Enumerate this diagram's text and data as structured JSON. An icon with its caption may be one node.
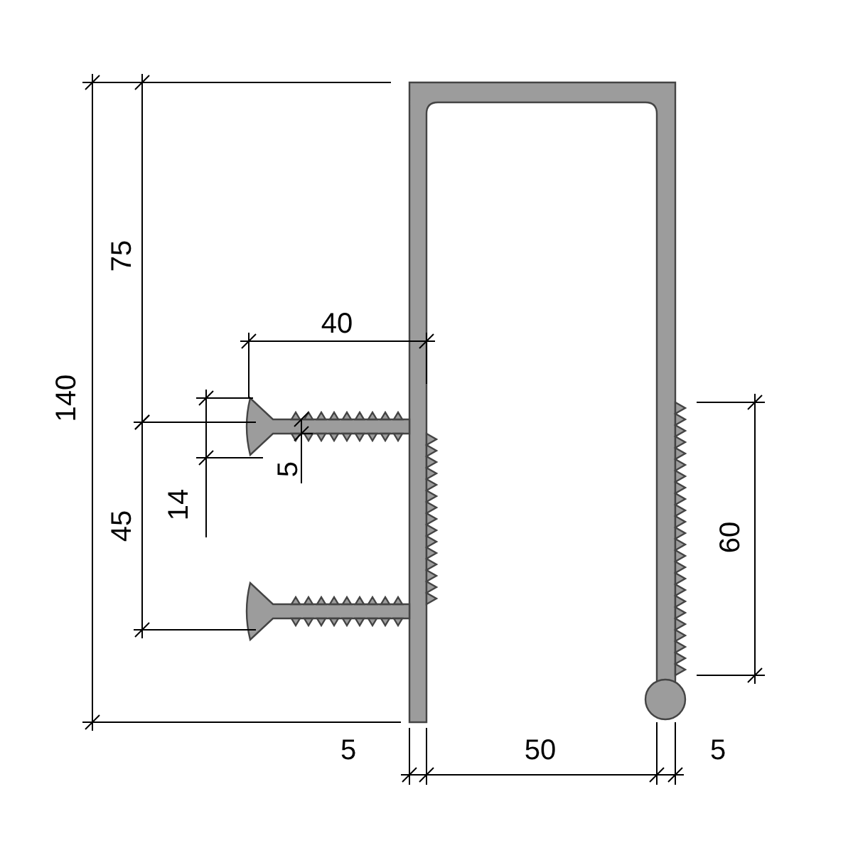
{
  "diagram": {
    "labels": [
      "75",
      "40",
      "140",
      "5",
      "14",
      "45",
      "60",
      "5",
      "50",
      "5"
    ]
  }
}
